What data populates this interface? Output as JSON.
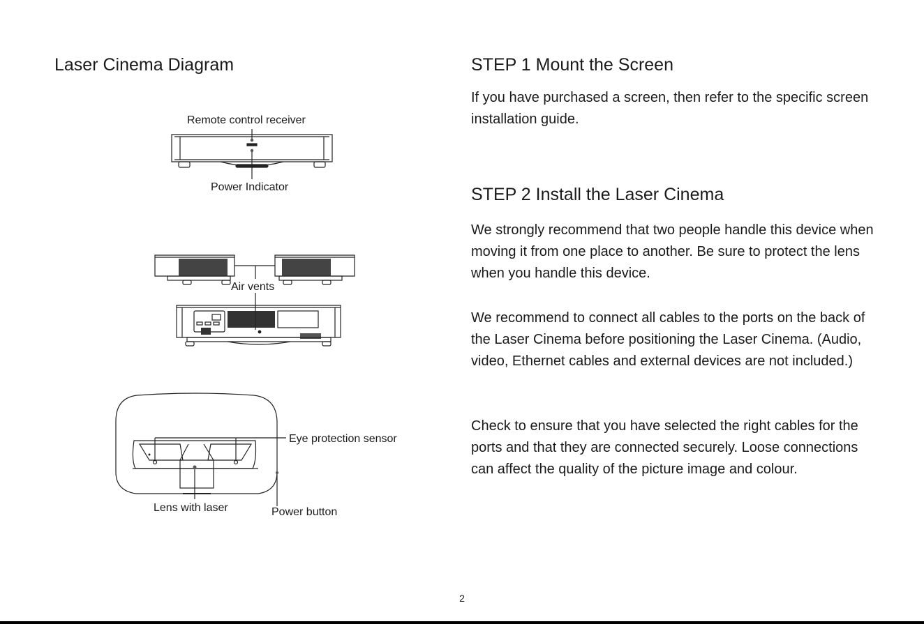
{
  "left": {
    "title": "Laser Cinema Diagram",
    "labels": {
      "remote_receiver": "Remote control receiver",
      "power_indicator": "Power Indicator",
      "air_vents": "Air vents",
      "eye_sensor": "Eye protection sensor",
      "lens": "Lens with laser",
      "power_button": "Power button"
    }
  },
  "right": {
    "step1": {
      "title": "STEP 1 Mount the Screen",
      "text": "If you have purchased a screen, then refer to the specific screen installation guide."
    },
    "step2": {
      "title": "STEP 2  Install the Laser Cinema",
      "p1": "We strongly recommend that two people handle this device when moving it from one place to another. Be sure to protect the lens when you handle this device.",
      "p2": "We recommend to connect all cables to the ports on the back of the Laser Cinema before positioning the Laser Cinema. (Audio, video, Ethernet cables and external devices are not included.)",
      "p3": "Check to ensure that you have selected the right cables for the ports and that they are connected securely. Loose connections can affect the quality of the picture image and colour."
    }
  },
  "footer": {
    "page_number": "2"
  }
}
